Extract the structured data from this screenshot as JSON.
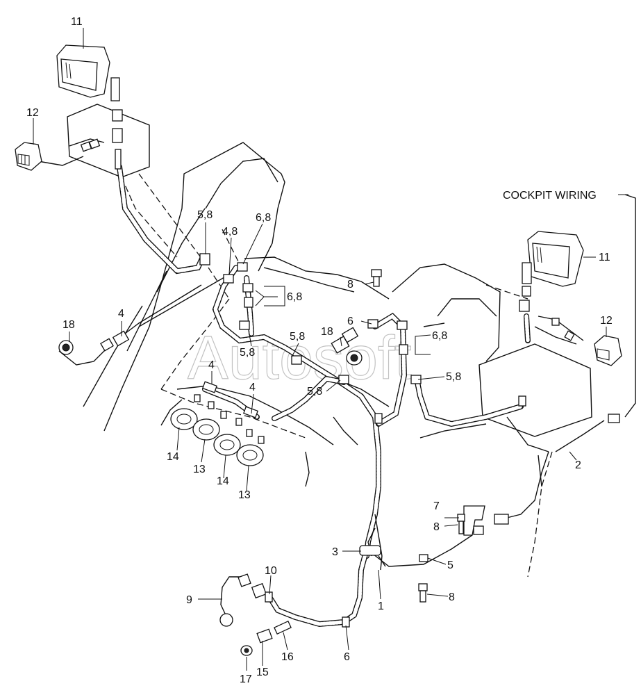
{
  "callouts": {
    "c11a": "11",
    "c12a": "12",
    "c58a": "5,8",
    "c48": "4,8",
    "c68a": "6,8",
    "c68b": "6,8",
    "c8a": "8",
    "c4a": "4",
    "c18a": "18",
    "c6a": "6",
    "c58b": "5,8",
    "c58c": "5,8",
    "c18b": "18",
    "c68c": "6,8",
    "c58d": "5,8",
    "c58e": "5,8",
    "c4b": "4",
    "c4c": "4",
    "c14a": "14",
    "c13a": "13",
    "c14b": "14",
    "c13b": "13",
    "c11b": "11",
    "c12b": "12",
    "c2": "2",
    "c7": "7",
    "c8b": "8",
    "c3": "3",
    "c5": "5",
    "c8c": "8",
    "c1": "1",
    "c10": "10",
    "c9": "9",
    "c16": "16",
    "c6b": "6",
    "c17": "17",
    "c15": "15"
  },
  "cockpit_label": "COCKPIT WIRING",
  "watermark": "Autosoft"
}
